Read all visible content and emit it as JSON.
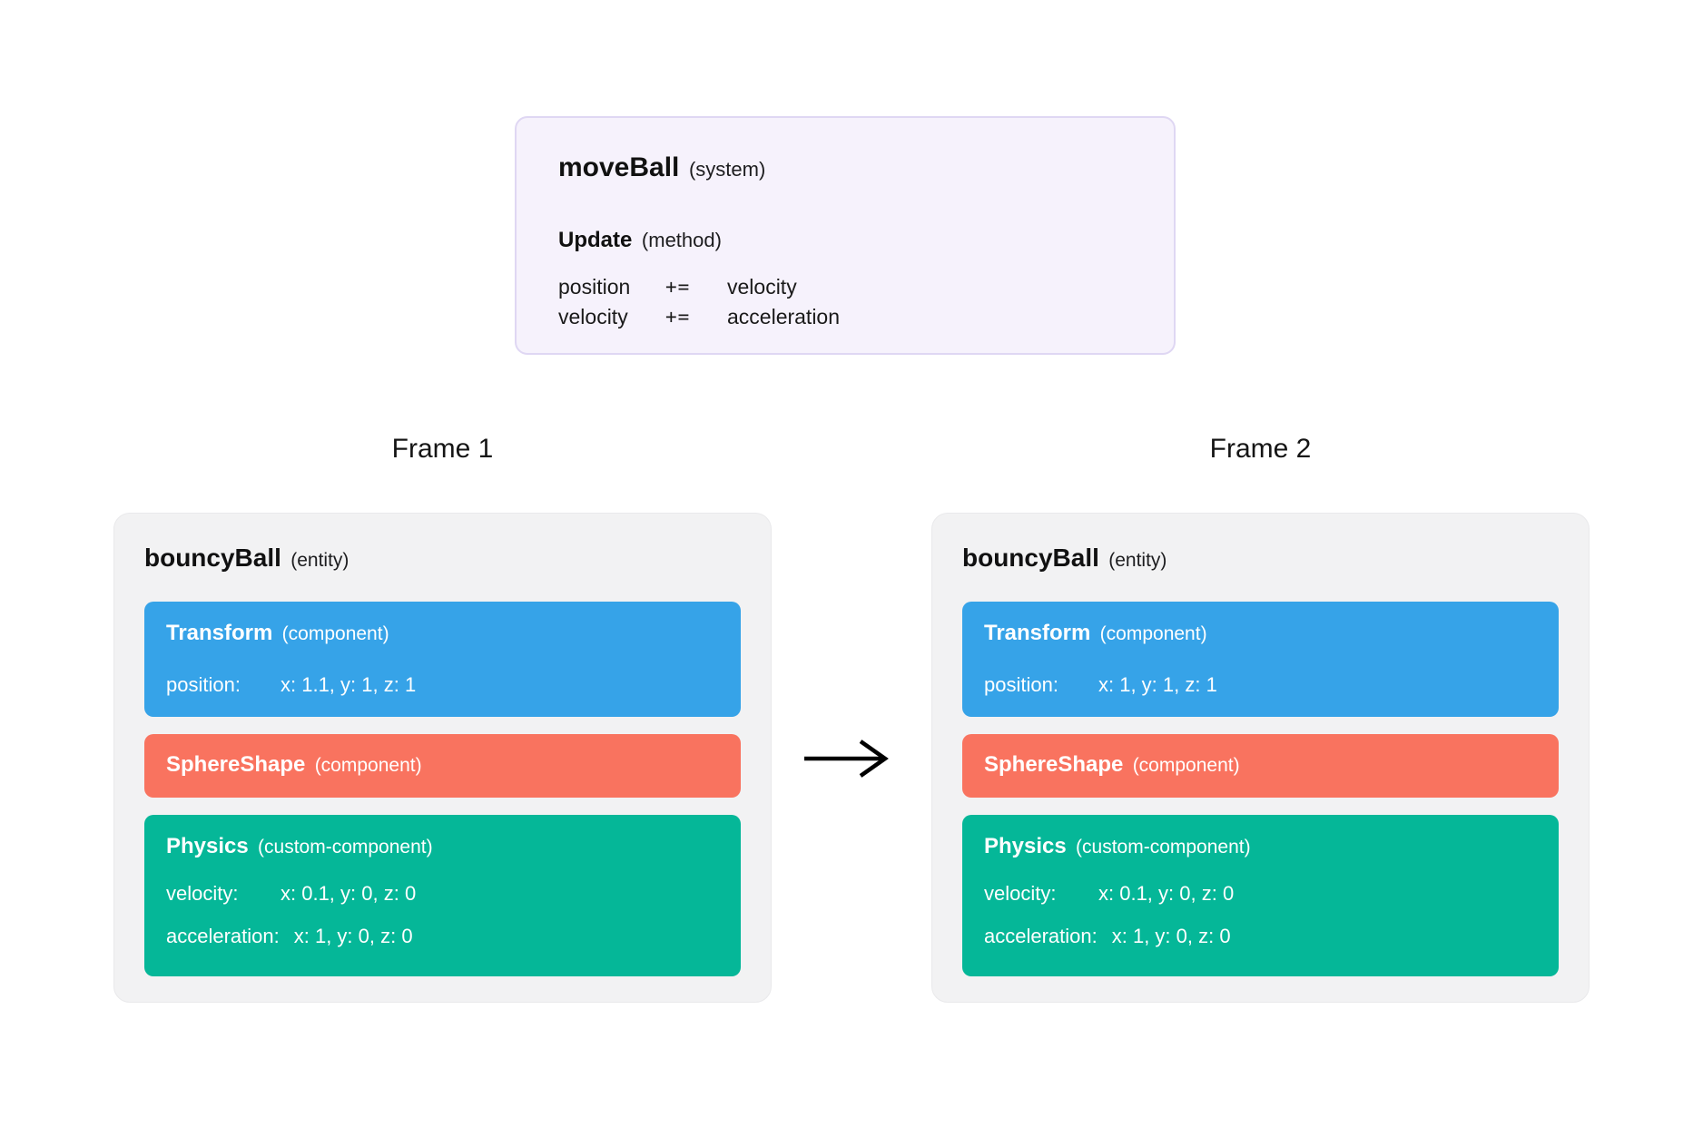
{
  "colors": {
    "page_bg": "#FFFFFF",
    "system_card_bg": "#F6F2FC",
    "system_card_border": "#DFD7F3",
    "entity_card_bg": "#F2F2F3",
    "transform_component_bg": "#36A3E8",
    "sphereshape_component_bg": "#F9735F",
    "physics_component_bg": "#05B798",
    "arrow": "#000000",
    "text_dark": "#111111",
    "text_light": "#FFFFFF"
  },
  "system_card": {
    "title": "moveBall",
    "title_tag": "(system)",
    "method": "Update",
    "method_tag": "(method)",
    "code": [
      {
        "lhs": "position",
        "op": "+=",
        "rhs": "velocity"
      },
      {
        "lhs": "velocity",
        "op": "+=",
        "rhs": "acceleration"
      }
    ]
  },
  "frames": [
    {
      "label": "Frame 1",
      "entity_name": "bouncyBall",
      "entity_tag": "(entity)",
      "components": [
        {
          "name": "Transform",
          "tag": "(component)",
          "rows": [
            {
              "key": "position:",
              "value": "x: 1.1, y: 1, z: 1"
            }
          ]
        },
        {
          "name": "SphereShape",
          "tag": "(component)",
          "rows": []
        },
        {
          "name": "Physics",
          "tag": "(custom-component)",
          "rows": [
            {
              "key": "velocity:",
              "value": "x: 0.1, y: 0, z: 0"
            },
            {
              "key": "acceleration:",
              "value": "x: 1, y: 0, z: 0"
            }
          ]
        }
      ]
    },
    {
      "label": "Frame 2",
      "entity_name": "bouncyBall",
      "entity_tag": "(entity)",
      "components": [
        {
          "name": "Transform",
          "tag": "(component)",
          "rows": [
            {
              "key": "position:",
              "value": "x: 1, y: 1, z: 1"
            }
          ]
        },
        {
          "name": "SphereShape",
          "tag": "(component)",
          "rows": []
        },
        {
          "name": "Physics",
          "tag": "(custom-component)",
          "rows": [
            {
              "key": "velocity:",
              "value": "x: 0.1, y: 0, z: 0"
            },
            {
              "key": "acceleration:",
              "value": "x: 1, y: 0, z: 0"
            }
          ]
        }
      ]
    }
  ]
}
